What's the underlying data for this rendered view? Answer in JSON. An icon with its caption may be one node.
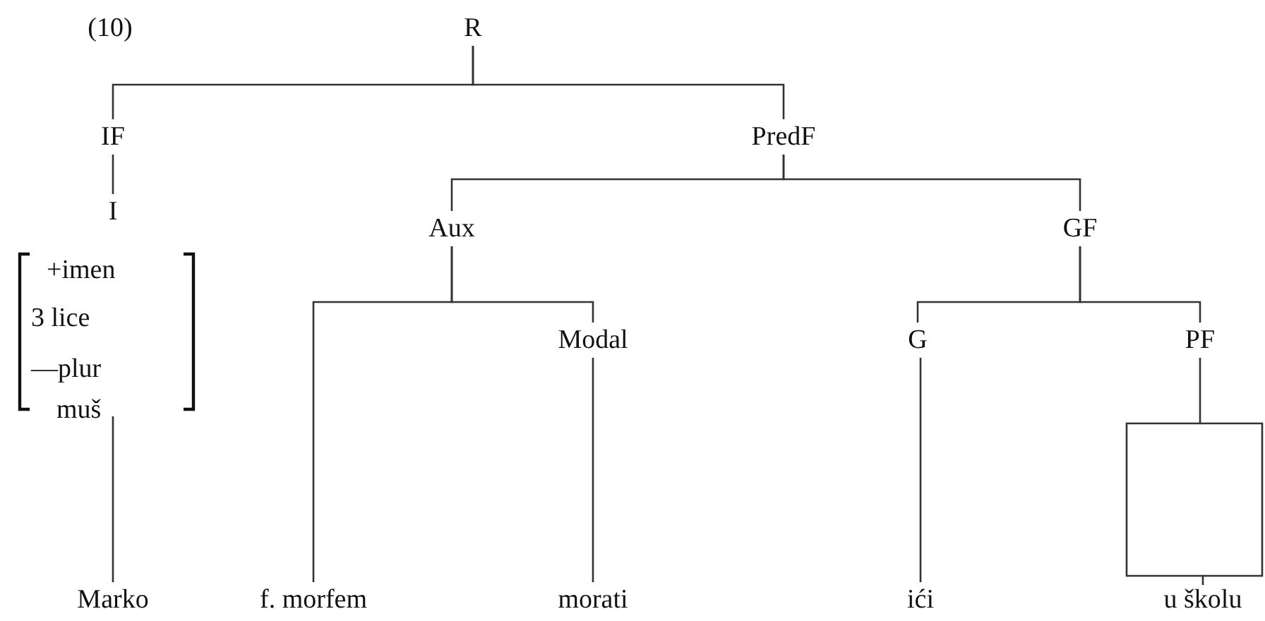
{
  "diagram": {
    "nodes": [
      {
        "text": [
          "R"
        ]
      },
      {
        "text": [
          "IF"
        ]
      },
      {
        "text": [
          "PredF"
        ]
      },
      {
        "text": [
          "I"
        ]
      },
      {
        "text": [
          "+imen",
          "3 lice",
          "—plur",
          "muš"
        ]
      },
      {
        "text": [
          "Aux"
        ]
      },
      {
        "text": [
          "GF"
        ]
      },
      {
        "text": [
          "Modal"
        ]
      },
      {
        "text": [
          "G"
        ]
      },
      {
        "text": [
          "PF"
        ]
      },
      {
        "text": [
          "Marko"
        ]
      },
      {
        "text": [
          "f. morfem"
        ]
      },
      {
        "text": [
          "morati"
        ]
      },
      {
        "text": [
          "ići"
        ]
      },
      {
        "text": [
          "u školu"
        ]
      }
    ],
    "edges": [
      {
        "from": 0,
        "to": 1,
        "arrow": "none"
      },
      {
        "from": 0,
        "to": 2,
        "arrow": "none"
      },
      {
        "from": 1,
        "to": 3,
        "arrow": "none"
      },
      {
        "from": 2,
        "to": 5,
        "arrow": "none"
      },
      {
        "from": 2,
        "to": 6,
        "arrow": "none"
      },
      {
        "from": 5,
        "to": 11,
        "arrow": "none"
      },
      {
        "from": 5,
        "to": 7,
        "arrow": "none"
      },
      {
        "from": 6,
        "to": 8,
        "arrow": "none"
      },
      {
        "from": 6,
        "to": 9,
        "arrow": "none"
      },
      {
        "from": 4,
        "to": 10,
        "arrow": "none"
      },
      {
        "from": 7,
        "to": 12,
        "arrow": "none"
      },
      {
        "from": 8,
        "to": 13,
        "arrow": "none"
      },
      {
        "from": 9,
        "to": 14,
        "arrow": "none"
      }
    ],
    "labels": [
      "(10)"
    ]
  }
}
